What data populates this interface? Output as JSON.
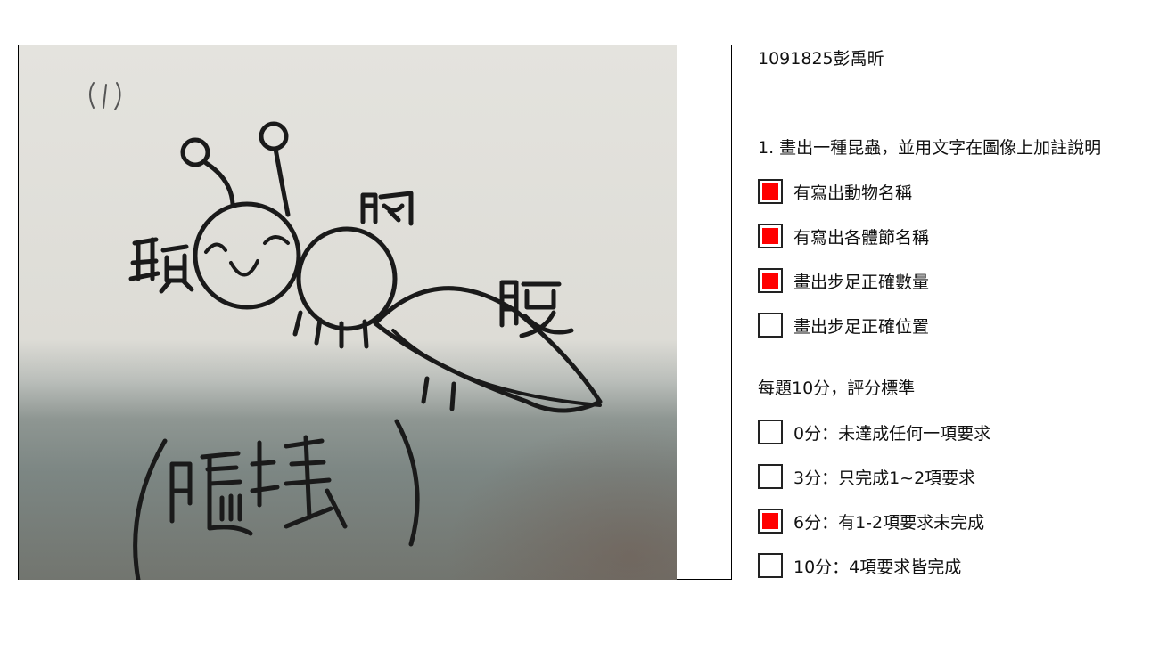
{
  "photo": {
    "description_icon": "hand-drawn-ant-photo",
    "handwriting": {
      "number": "(1)",
      "head": "頭",
      "thorax": "胸",
      "abdomen": "腹",
      "name": "(螞蟻)"
    }
  },
  "panel": {
    "student": "1091825彭禹昕",
    "question": "1. 畫出一種昆蟲，並用文字在圖像上加註說明",
    "criteria": [
      {
        "label": "有寫出動物名稱",
        "checked": true
      },
      {
        "label": "有寫出各體節名稱",
        "checked": true
      },
      {
        "label": "畫出步足正確數量",
        "checked": true
      },
      {
        "label": "畫出步足正確位置",
        "checked": false
      }
    ],
    "scoring_title": "每題10分，評分標準",
    "scores": [
      {
        "label": "0分：未達成任何一項要求",
        "checked": false
      },
      {
        "label": "3分：只完成1~2項要求",
        "checked": false
      },
      {
        "label": "6分：有1-2項要求未完成",
        "checked": true
      },
      {
        "label": "10分：4項要求皆完成",
        "checked": false
      }
    ]
  },
  "colors": {
    "check_fill": "#ff0000",
    "ink": "#1a1a1a"
  }
}
